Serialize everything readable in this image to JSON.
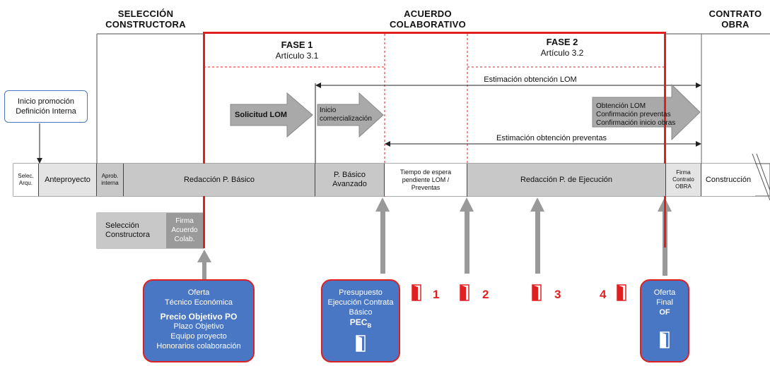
{
  "headers": {
    "seleccion": [
      "SELECCIÓN",
      "CONSTRUCTORA"
    ],
    "acuerdo": [
      "ACUERDO",
      "COLABORATIVO"
    ],
    "contrato": [
      "CONTRATO",
      "OBRA"
    ]
  },
  "phases": {
    "fase1": {
      "title": "FASE 1",
      "sub": "Artículo 3.1"
    },
    "fase2": {
      "title": "FASE 2",
      "sub": "Artículo 3.2"
    }
  },
  "inicio_box": [
    "Inicio promoción",
    "Definición Interna"
  ],
  "arrows": {
    "solicitud": "Solicitud LOM",
    "inicio_com": [
      "Inicio",
      "comercialización"
    ],
    "obtencion": [
      "Obtención LOM",
      "Confirmación preventas",
      "Confirmación inicio obras"
    ]
  },
  "estimations": {
    "lom": "Estimación obtención LOM",
    "preventas": "Estimación obtención preventas"
  },
  "timeline": [
    {
      "lines": [
        "Selec.",
        "Arqu."
      ],
      "small": true
    },
    {
      "lines": [
        "Anteproyecto"
      ]
    },
    {
      "lines": [
        "Aprob.",
        "interna"
      ],
      "small": true
    },
    {
      "lines": [
        "Redacción P. Básico"
      ]
    },
    {
      "lines": [
        "P. Básico",
        "Avanzado"
      ]
    },
    {
      "lines": [
        "Tiempo de espera",
        "pendiente LOM /",
        "Preventas"
      ],
      "small": true
    },
    {
      "lines": [
        "Redacción P. de Ejecución"
      ]
    },
    {
      "lines": [
        "Firma",
        "Contrato",
        "OBRA"
      ],
      "small": true
    },
    {
      "lines": [
        "Construcción"
      ]
    }
  ],
  "lower": {
    "seleccion": [
      "Selección",
      "Constructora"
    ],
    "firma": [
      "Firma",
      "Acuerdo",
      "Colab."
    ]
  },
  "boxes": {
    "oferta": {
      "l1": "Oferta",
      "l2": "Técnico Económica",
      "l3": "Precio Objetivo PO",
      "l4": "Plazo Objetivo",
      "l5": "Equipo proyecto",
      "l6": "Honorarios colaboración"
    },
    "pec": {
      "l1": "Presupuesto",
      "l2": "Ejecución Contrata",
      "l3": "Básico",
      "l4": "PEC",
      "l4sub": "B"
    },
    "of": {
      "l1": "Oferta",
      "l2": "Final",
      "l3": "OF"
    }
  },
  "exits": [
    "1",
    "2",
    "3",
    "4"
  ],
  "colors": {
    "red": "#e02020",
    "blue": "#4a77c3",
    "gray": "#c8c8c8",
    "arrow": "#999999"
  }
}
